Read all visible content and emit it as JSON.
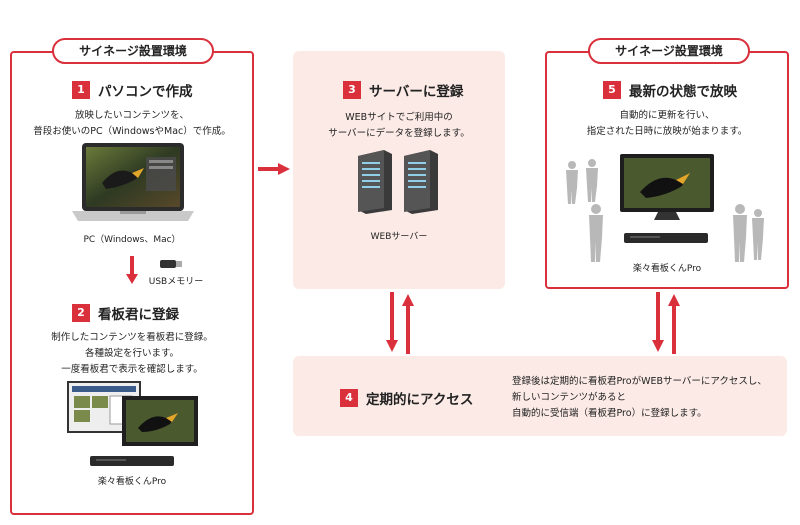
{
  "env_left": {
    "tag": "サイネージ設置環境"
  },
  "env_right": {
    "tag": "サイネージ設置環境"
  },
  "step1": {
    "num": "1",
    "title": "パソコンで作成",
    "desc": [
      "放映したいコンテンツを、",
      "普段お使いのPC（WindowsやMac）で作成。"
    ],
    "caption": "PC（Windows、Mac）",
    "usb_caption": "USBメモリー"
  },
  "step2": {
    "num": "2",
    "title": "看板君に登録",
    "desc": [
      "制作したコンテンツを看板君に登録。",
      "各種設定を行います。",
      "一度看板君で表示を確認します。"
    ],
    "caption": "楽々看板くんPro"
  },
  "step3": {
    "num": "3",
    "title": "サーバーに登録",
    "desc": [
      "WEBサイトでご利用中の",
      "サーバーにデータを登録します。"
    ],
    "caption": "WEBサーバー"
  },
  "step4": {
    "num": "4",
    "title": "定期的にアクセス",
    "desc": [
      "登録後は定期的に看板君ProがWEBサーバーにアクセスし、",
      "新しいコンテンツがあると",
      "自動的に受信端（看板君Pro）に登録します。"
    ]
  },
  "step5": {
    "num": "5",
    "title": "最新の状態で放映",
    "desc": [
      "自動的に更新を行い、",
      "指定された日時に放映が始まります。"
    ],
    "caption": "楽々看板くんPro"
  },
  "colors": {
    "accent": "#d9303c",
    "panel": "#fbeae6"
  }
}
